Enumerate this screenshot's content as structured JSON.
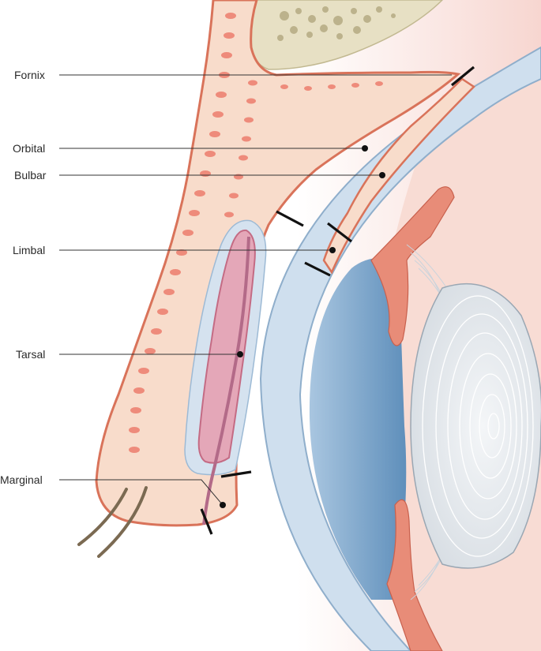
{
  "labels": {
    "fornix": "Fornix",
    "orbital": "Orbital",
    "bulbar": "Bulbar",
    "limbal": "Limbal",
    "tarsal": "Tarsal",
    "marginal": "Marginal"
  },
  "colors": {
    "skin_fill": "#f8dccb",
    "skin_outline": "#d9735a",
    "epithelium": "#ee8b7b",
    "bone": "#e7e0c4",
    "bone_pores": "#bcb28c",
    "cornea": "#cfdfee",
    "sclera_edge": "#8faecb",
    "lens": "#dfe6ec",
    "iris_tissue": "#e88c78",
    "gland_fill": "#b9cfe4",
    "gland_core": "#b36a88",
    "lash": "#7b6a52"
  }
}
